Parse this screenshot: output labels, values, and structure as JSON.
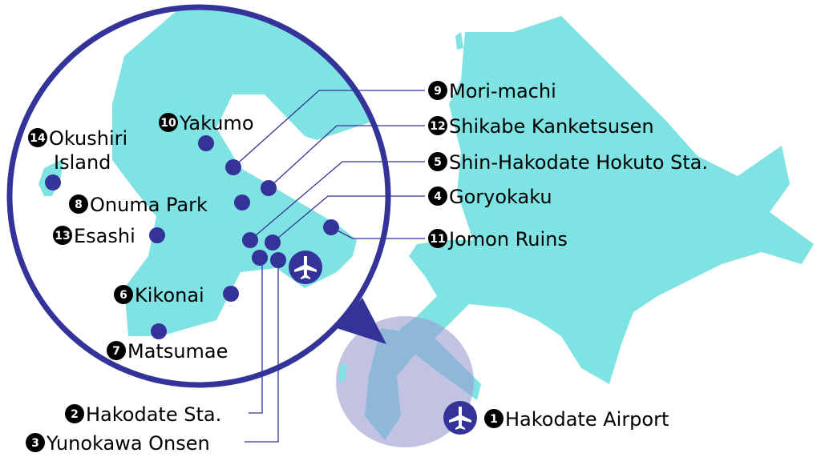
{
  "colors": {
    "land": "#7fe3e3",
    "accent": "#33339a",
    "inset_highlight": "#b4b4dc"
  },
  "places": [
    {
      "num": "1",
      "name": "Hakodate Airport",
      "icon": "airplane-icon"
    },
    {
      "num": "2",
      "name": "Hakodate Sta."
    },
    {
      "num": "3",
      "name": "Yunokawa Onsen"
    },
    {
      "num": "4",
      "name": "Goryokaku"
    },
    {
      "num": "5",
      "name": "Shin-Hakodate Hokuto Sta."
    },
    {
      "num": "6",
      "name": "Kikonai"
    },
    {
      "num": "7",
      "name": "Matsumae"
    },
    {
      "num": "8",
      "name": "Onuma Park"
    },
    {
      "num": "9",
      "name": "Mori-machi"
    },
    {
      "num": "10",
      "name": "Yakumo"
    },
    {
      "num": "11",
      "name": "Jomon Ruins"
    },
    {
      "num": "12",
      "name": "Shikabe Kanketsusen"
    },
    {
      "num": "13",
      "name": "Esashi"
    },
    {
      "num": "14",
      "name": "Okushiri",
      "name_line2": "Island"
    }
  ]
}
